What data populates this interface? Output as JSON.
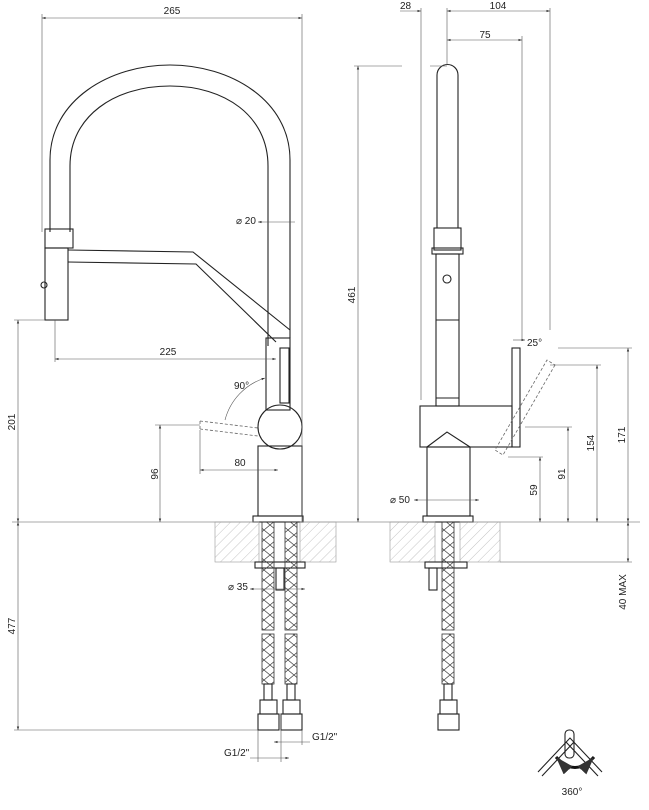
{
  "front_view": {
    "overall_width": "265",
    "hose_diameter": "⌀ 20",
    "spout_reach": "225",
    "lever_rotation": "90°",
    "lever_reach": "80",
    "lever_height": "96",
    "outlet_height": "201",
    "pipe_diameter": "⌀ 35",
    "hose_length": "477",
    "connection_left": "G1/2\"",
    "connection_right": "G1/2\""
  },
  "side_view": {
    "body_offset": "28",
    "lever_depth": "104",
    "spout_offset": "75",
    "overall_height": "461",
    "lever_angle": "25°",
    "lever_top_max": "171",
    "lever_top": "154",
    "lever_pivot": "91",
    "lever_bottom": "59",
    "base_diameter": "⌀ 50",
    "deck_thickness": "40 MAX"
  },
  "rotation_symbol": {
    "label": "360°"
  }
}
